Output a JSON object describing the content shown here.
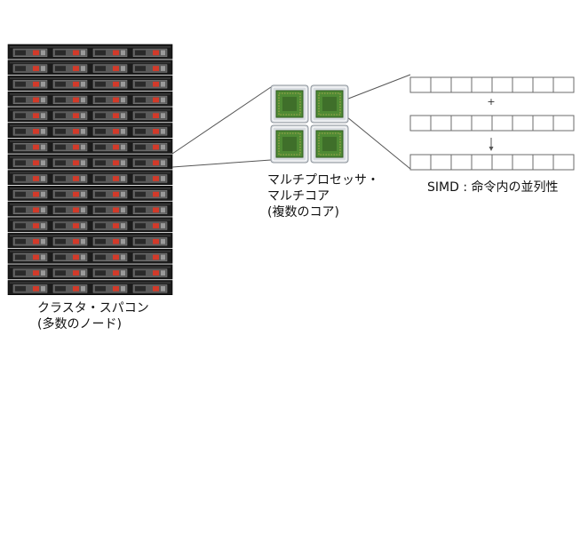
{
  "diagram": {
    "cluster": {
      "line1": "クラスタ・スパコン",
      "line2": "(多数のノード)",
      "node_count": 16
    },
    "multicore": {
      "line1": "マルチプロセッサ・",
      "line2": "マルチコア",
      "line3": "(複数のコア)",
      "core_count": 4
    },
    "simd": {
      "label": "SIMD : 命令内の並列性",
      "plus_symbol": "+",
      "lanes_per_register": 8
    }
  },
  "colors": {
    "server_body": "#1b1b1b",
    "server_led": "#d23a2a",
    "server_bay": "#5a5a5a",
    "chip_frame": "#d9dde2",
    "chip_die": "#4f8a34",
    "connector": "#555555",
    "register_border": "#6b6b6b"
  }
}
